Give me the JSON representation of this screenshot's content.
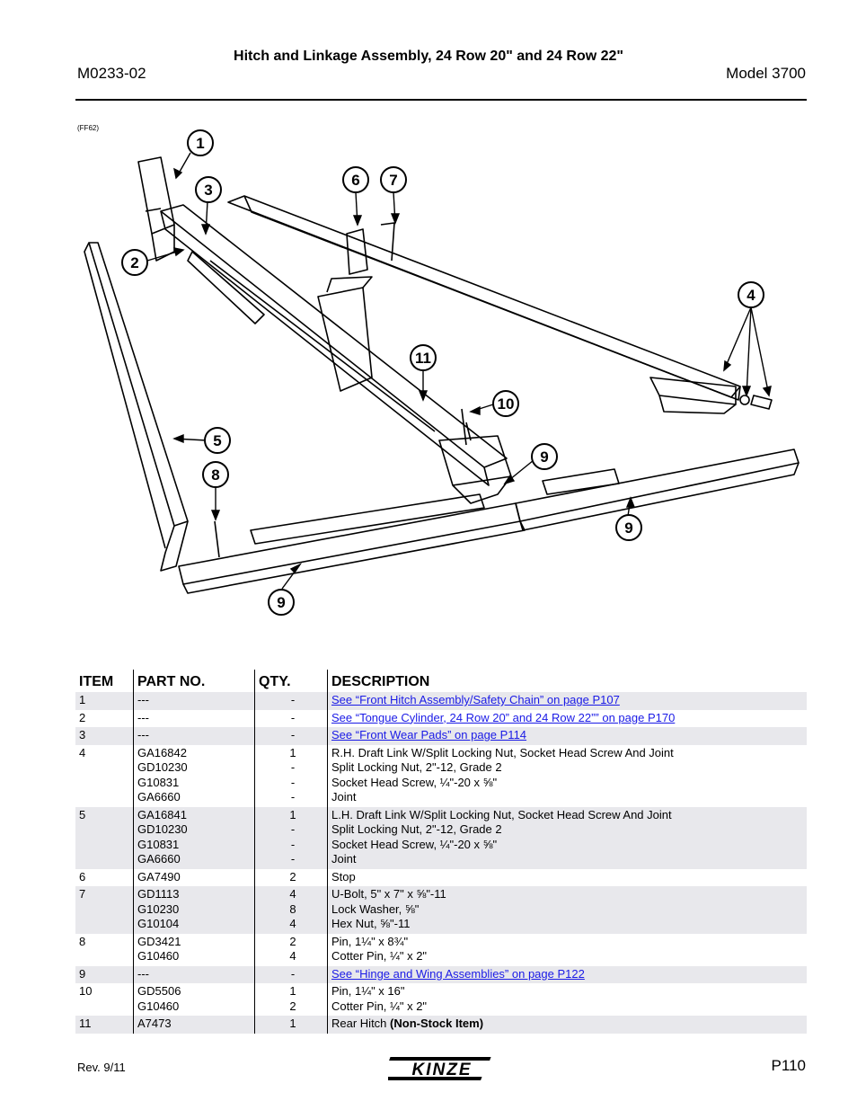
{
  "header": {
    "title": "Hitch and Linkage Assembly, 24 Row 20\" and 24 Row 22\"",
    "doc_number": "M0233-02",
    "model": "Model 3700"
  },
  "figure": {
    "code": "(FF62)",
    "callouts": [
      "1",
      "2",
      "3",
      "4",
      "5",
      "6",
      "7",
      "8",
      "9",
      "9",
      "9",
      "10",
      "11"
    ]
  },
  "table": {
    "headers": {
      "item": "ITEM",
      "part": "PART NO.",
      "qty": "QTY.",
      "desc": "DESCRIPTION"
    },
    "rows": [
      {
        "item": "1",
        "parts": [
          "---"
        ],
        "qty": [
          "-"
        ],
        "desc": [
          "See “Front Hitch Assembly/Safety Chain” on page P107"
        ],
        "link": true
      },
      {
        "item": "2",
        "parts": [
          "---"
        ],
        "qty": [
          "-"
        ],
        "desc": [
          "See “Tongue Cylinder, 24 Row 20” and 24 Row 22”” on page P170"
        ],
        "link": true
      },
      {
        "item": "3",
        "parts": [
          "---"
        ],
        "qty": [
          "-"
        ],
        "desc": [
          "See “Front Wear Pads” on page P114"
        ],
        "link": true
      },
      {
        "item": "4",
        "parts": [
          "GA16842",
          "GD10230",
          "G10831",
          "GA6660"
        ],
        "qty": [
          "1",
          "-",
          "-",
          "-"
        ],
        "desc": [
          "R.H. Draft Link W/Split Locking Nut, Socket Head Screw And Joint",
          "Split Locking Nut, 2\"-12, Grade 2",
          "Socket Head Screw, ¼\"-20 x ⅝\"",
          "Joint"
        ],
        "link": false
      },
      {
        "item": "5",
        "parts": [
          "GA16841",
          "GD10230",
          "G10831",
          "GA6660"
        ],
        "qty": [
          "1",
          "-",
          "-",
          "-"
        ],
        "desc": [
          "L.H. Draft Link W/Split Locking Nut, Socket Head Screw And Joint",
          "Split Locking Nut, 2\"-12, Grade 2",
          "Socket Head Screw, ¼\"-20 x ⅝\"",
          "Joint"
        ],
        "link": false
      },
      {
        "item": "6",
        "parts": [
          "GA7490"
        ],
        "qty": [
          "2"
        ],
        "desc": [
          "Stop"
        ],
        "link": false
      },
      {
        "item": "7",
        "parts": [
          "GD1113",
          "G10230",
          "G10104"
        ],
        "qty": [
          "4",
          "8",
          "4"
        ],
        "desc": [
          "U-Bolt, 5\" x 7\" x ⅝\"-11",
          "Lock Washer, ⅝\"",
          "Hex Nut, ⅝\"-11"
        ],
        "link": false
      },
      {
        "item": "8",
        "parts": [
          "GD3421",
          "G10460"
        ],
        "qty": [
          "2",
          "4"
        ],
        "desc": [
          "Pin, 1¼\" x 8¾\"",
          "Cotter Pin, ¼\" x 2\""
        ],
        "link": false
      },
      {
        "item": "9",
        "parts": [
          "---"
        ],
        "qty": [
          "-"
        ],
        "desc": [
          "See “Hinge and Wing Assemblies” on page P122"
        ],
        "link": true
      },
      {
        "item": "10",
        "parts": [
          "GD5506",
          "G10460"
        ],
        "qty": [
          "1",
          "2"
        ],
        "desc": [
          "Pin, 1¼\" x 16\"",
          "Cotter Pin, ¼\" x 2\""
        ],
        "link": false
      },
      {
        "item": "11",
        "parts": [
          "A7473"
        ],
        "qty": [
          "1"
        ],
        "desc": [
          "Rear Hitch "
        ],
        "desc_bold": "(Non-Stock Item)",
        "link": false
      }
    ]
  },
  "footer": {
    "revision": "Rev. 9/11",
    "logo_text": "KINZE",
    "page": "P110"
  }
}
